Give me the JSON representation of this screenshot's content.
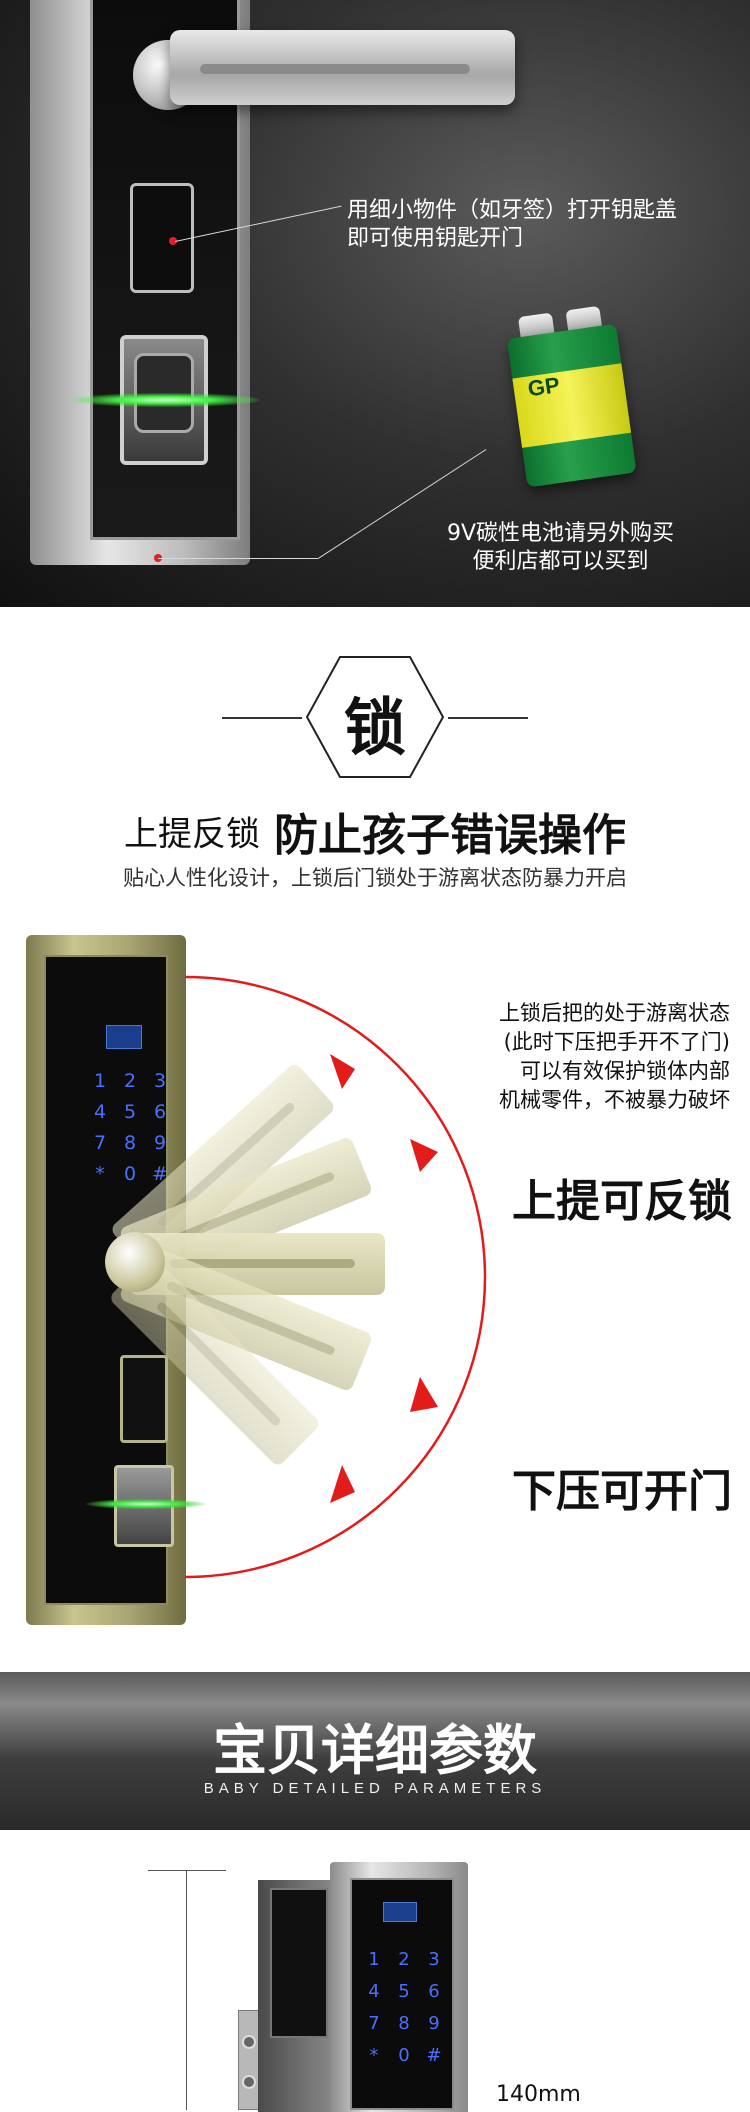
{
  "section1": {
    "callout_key_line1": "用细小物件（如牙签）打开钥匙盖",
    "callout_key_line2": "即可使用钥匙开门",
    "callout_battery_line1": "9V碳性电池请另外购买",
    "callout_battery_line2": "便利店都可以买到",
    "battery_brand": "GP"
  },
  "section2": {
    "hex_char": "锁",
    "title_prefix": "上提反锁",
    "title_main": "防止孩子错误操作",
    "subtitle": "贴心人性化设计，上锁后门锁处于游离状态防暴力开启",
    "desc_line1": "上锁后把的处于游离状态",
    "desc_line2": "(此时下压把手开不了门)",
    "desc_line3": "可以有效保护锁体内部",
    "desc_line4": "机械零件，不被暴力破坏",
    "big_up": "上提可反锁",
    "big_down": "下压可开门",
    "keypad": [
      "1",
      "2",
      "3",
      "4",
      "5",
      "6",
      "7",
      "8",
      "9",
      "*",
      "0",
      "#"
    ],
    "accent_red": "#e21b1b"
  },
  "section3": {
    "heading": "宝贝详细参数",
    "heading_en": "BABY DETAILED PARAMETERS"
  },
  "section4": {
    "dimension": "140mm",
    "keypad": [
      "1",
      "2",
      "3",
      "4",
      "5",
      "6",
      "7",
      "8",
      "9",
      "*",
      "0",
      "#"
    ]
  }
}
